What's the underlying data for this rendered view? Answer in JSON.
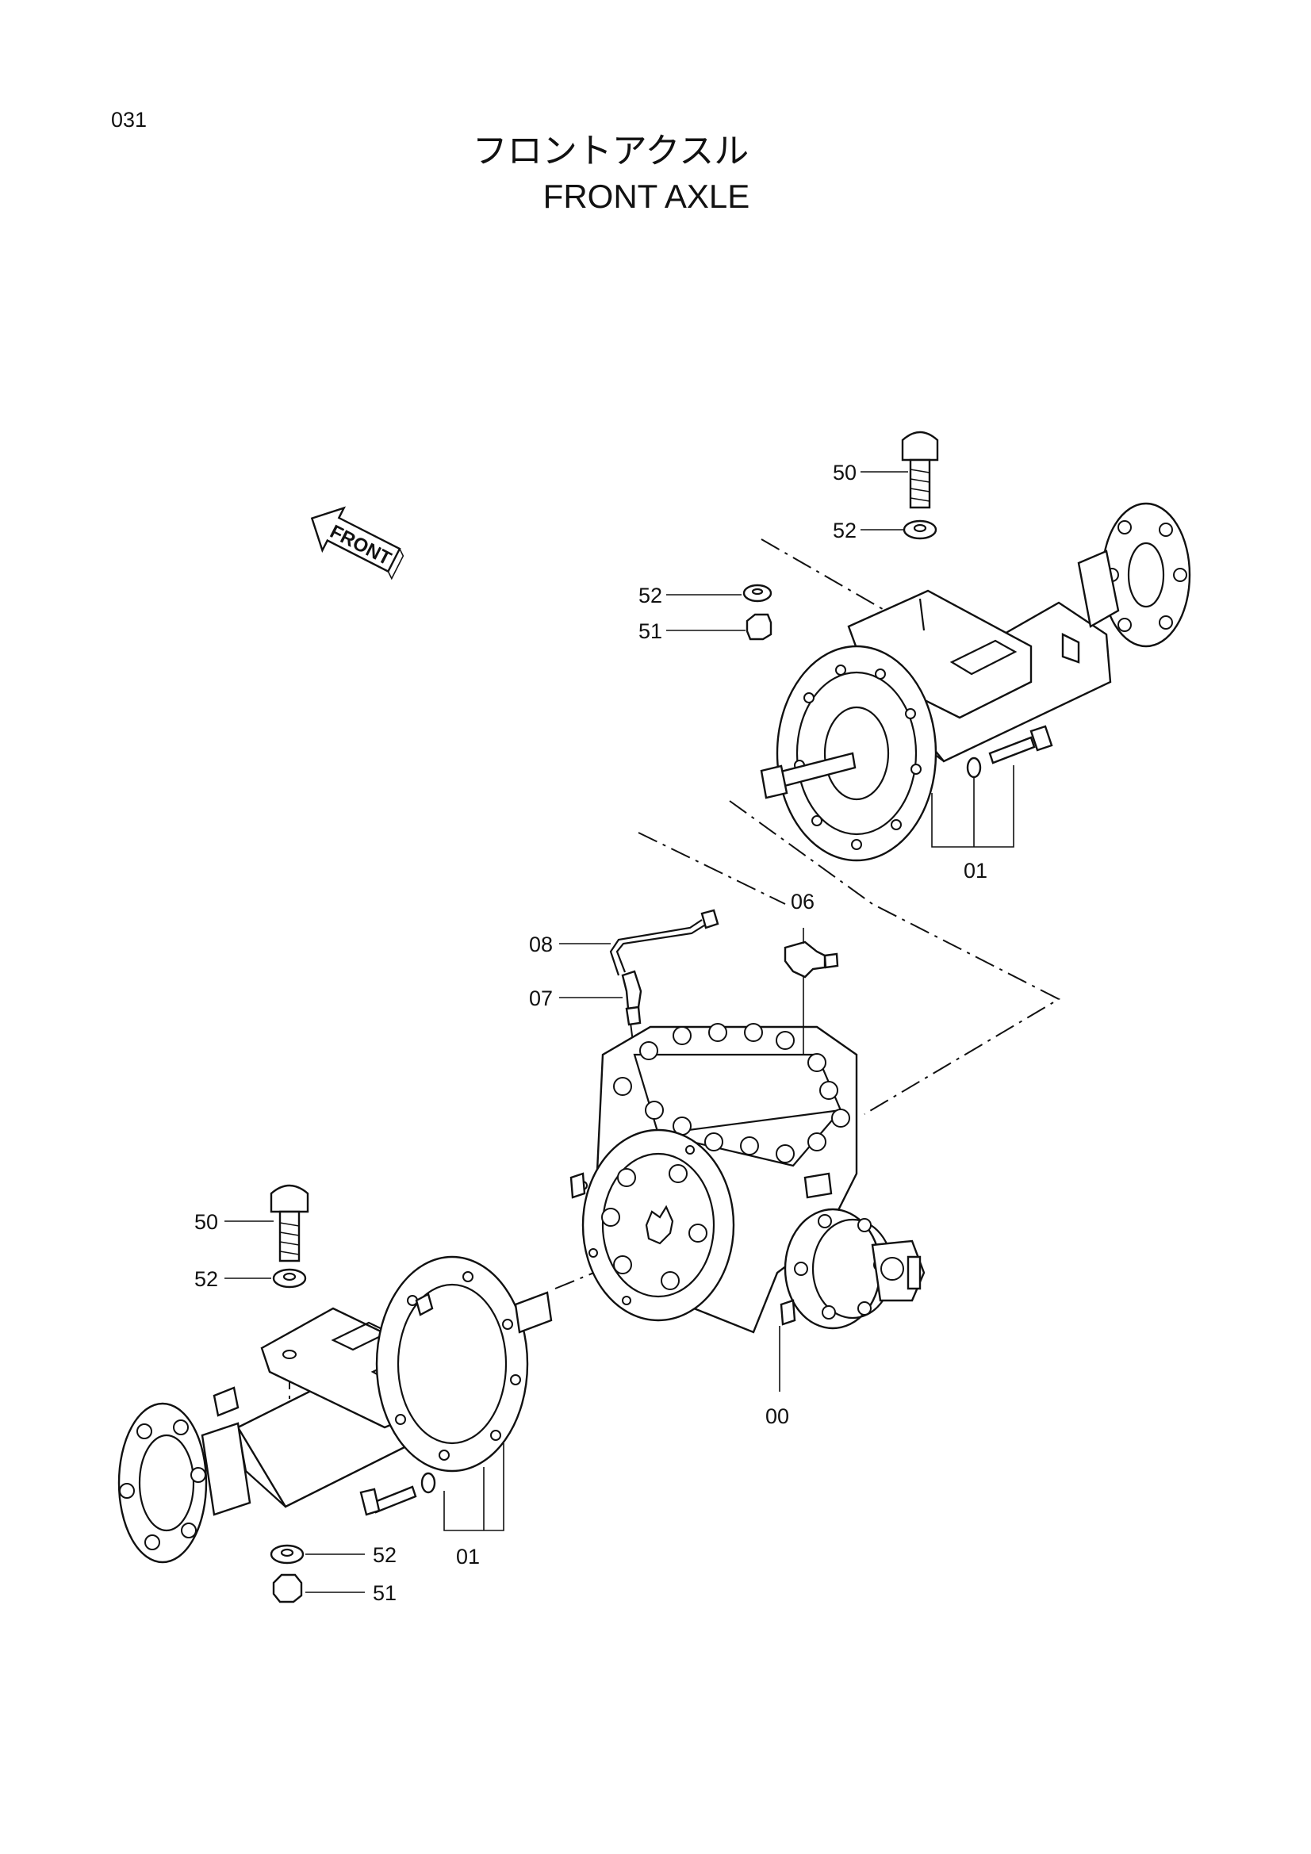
{
  "page_number": "031",
  "title_jp": "フロントアクスル",
  "title_en": "FRONT  AXLE",
  "direction_arrow": {
    "label": "FRONT"
  },
  "callouts": {
    "upper_bolt": "50",
    "upper_washer_top": "52",
    "upper_washer_left": "52",
    "upper_nut": "51",
    "upper_axle": "01",
    "pipe": "08",
    "adapter_elbow": "07",
    "tee_fitting": "06",
    "center_housing": "00",
    "lower_bolt": "50",
    "lower_washer_top": "52",
    "lower_washer_bottom": "52",
    "lower_nut": "51",
    "lower_axle": "01"
  }
}
